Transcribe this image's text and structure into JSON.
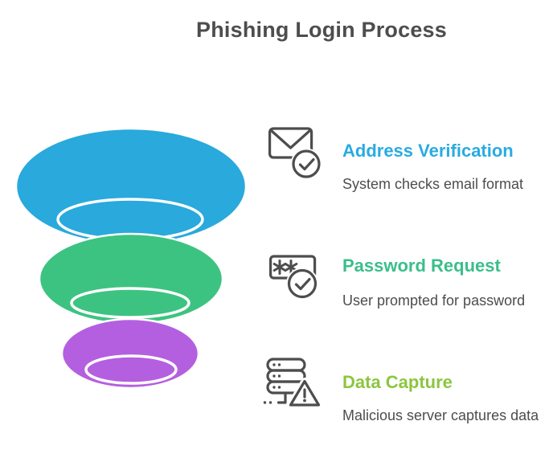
{
  "title": "Phishing Login Process",
  "colors": {
    "ink": "#4D4D4D",
    "background": "#FFFFFF"
  },
  "funnel": {
    "type": "funnel",
    "stages": [
      {
        "name": "Address Verification",
        "color": "#29A9DC"
      },
      {
        "name": "Password Request",
        "color": "#3DC381"
      },
      {
        "name": "Data Capture",
        "color": "#B45FE0"
      }
    ]
  },
  "steps": [
    {
      "heading": "Address Verification",
      "heading_color": "#29ABE2",
      "description": "System checks email format",
      "icon": "email-check-icon"
    },
    {
      "heading": "Password Request",
      "heading_color": "#3BBE8B",
      "description": "User prompted for password",
      "icon": "password-check-icon"
    },
    {
      "heading": "Data Capture",
      "heading_color": "#8CC63F",
      "description": "Malicious server captures data",
      "icon": "server-warning-icon"
    }
  ]
}
